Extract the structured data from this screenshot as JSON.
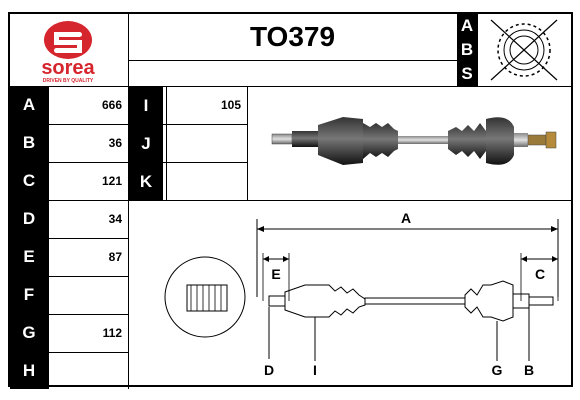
{
  "brand": {
    "name": "sorea",
    "tagline": "DRIVEN BY QUALITY",
    "color": "#d6262d"
  },
  "part_number": "TO379",
  "corner_letters": [
    "A",
    "B",
    "S"
  ],
  "left_table": [
    {
      "letter": "A",
      "value": "666"
    },
    {
      "letter": "B",
      "value": "36"
    },
    {
      "letter": "C",
      "value": "121"
    },
    {
      "letter": "D",
      "value": "34"
    },
    {
      "letter": "E",
      "value": "87"
    },
    {
      "letter": "F",
      "value": ""
    },
    {
      "letter": "G",
      "value": "112"
    },
    {
      "letter": "H",
      "value": ""
    }
  ],
  "mid_table": [
    {
      "letter": "I",
      "value": "105"
    },
    {
      "letter": "J",
      "value": ""
    },
    {
      "letter": "K",
      "value": ""
    }
  ],
  "diagram_labels": {
    "A": "A",
    "E": "E",
    "C": "C",
    "D": "D",
    "I": "I",
    "G": "G",
    "B": "B"
  }
}
